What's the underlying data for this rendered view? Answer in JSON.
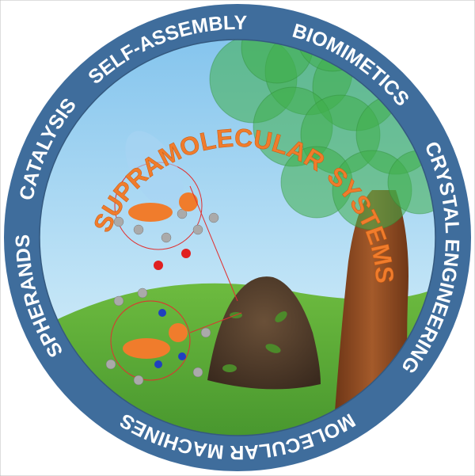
{
  "title": "SUPRAMOLECULAR SYSTEMS",
  "ring_labels": {
    "spherands": "SPHERANDS",
    "catalysis": "CATALYSIS",
    "self_assembly": "SELF-ASSEMBLY",
    "biomimetics": "BIOMIMETICS",
    "crystal_engineering": "CRYSTAL ENGINEERING",
    "molecular_machines": "MOLECULAR MACHINES"
  },
  "colors": {
    "ring": "#3f6d9c",
    "sky": "#8ecbf0",
    "grass": "#5fae3a",
    "title": "#f07c2c",
    "trunk": "#8a4a22",
    "foliage": "#3fae4a"
  }
}
